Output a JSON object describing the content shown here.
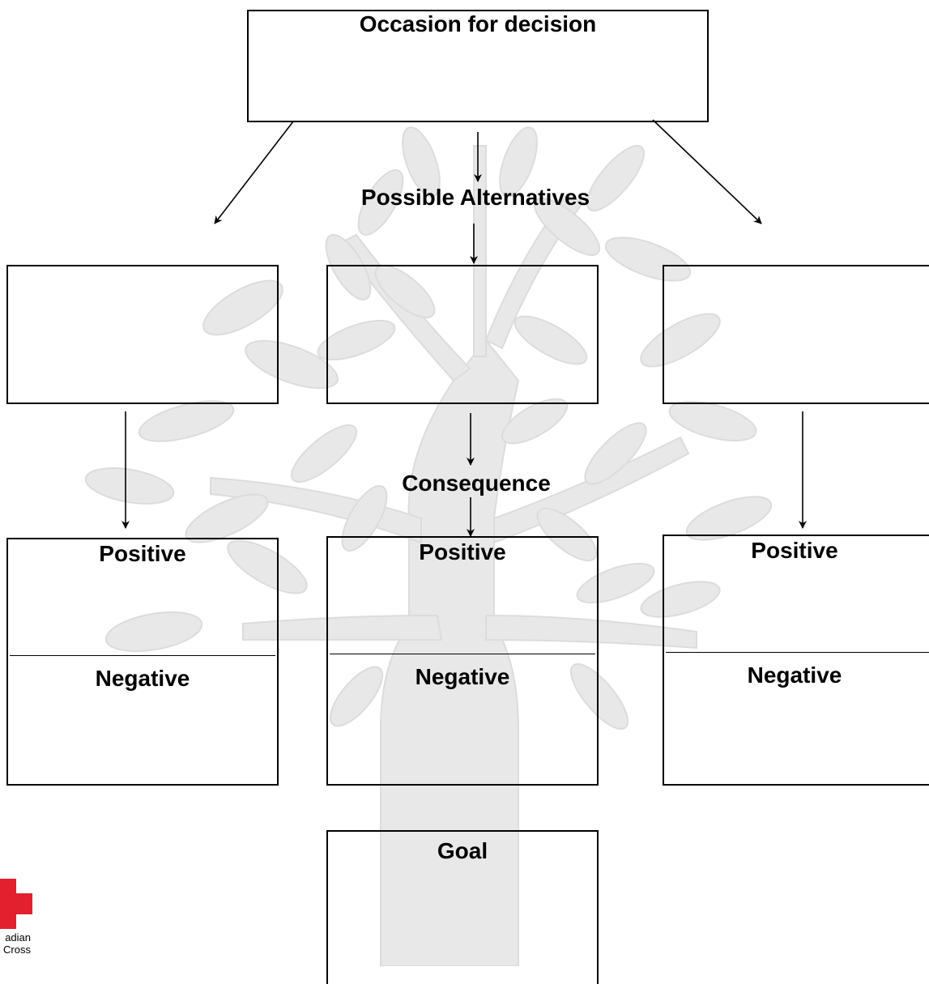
{
  "diagram": {
    "occasion_title": "Occasion for decision",
    "alternatives_label": "Possible Alternatives",
    "consequence_label": "Consequence",
    "consequences": [
      {
        "positive": "Positive",
        "negative": "Negative"
      },
      {
        "positive": "Positive",
        "negative": "Negative"
      },
      {
        "positive": "Positive",
        "negative": "Negative"
      }
    ],
    "goal_title": "Goal"
  },
  "logo": {
    "text_line1": "adian",
    "text_line2": "Cross",
    "cross_color": "#e3202e"
  },
  "colors": {
    "tree_tint": "#e6e6e6",
    "line": "#000000"
  }
}
